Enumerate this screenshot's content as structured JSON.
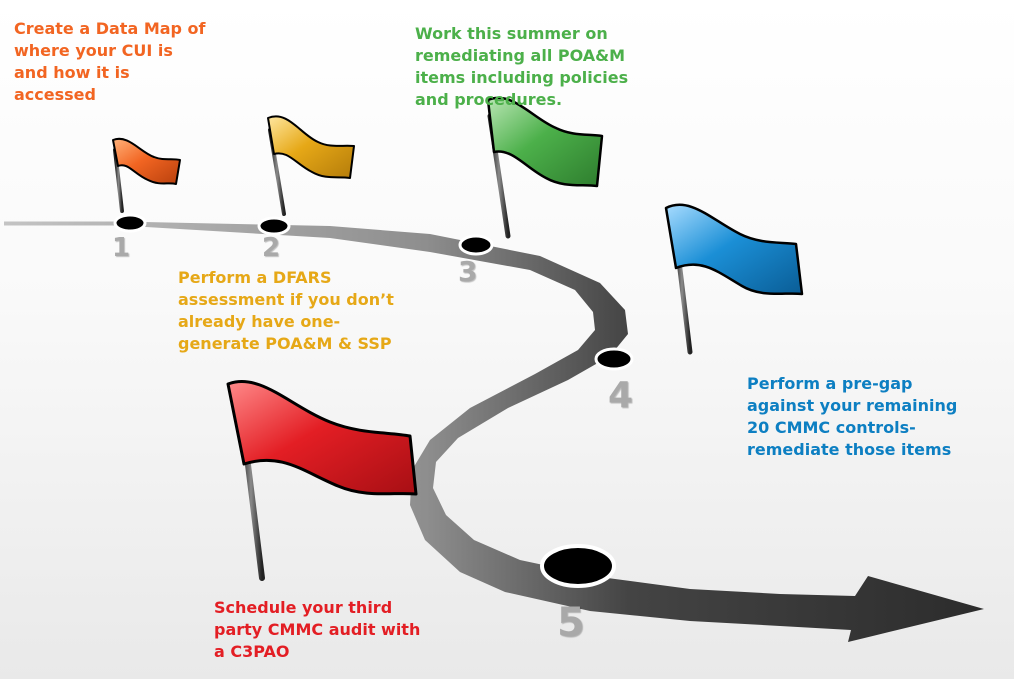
{
  "colors": {
    "orange": "#f26522",
    "gold": "#e6a817",
    "green": "#4cb04a",
    "blue": "#0d7fc2",
    "red": "#e31e24",
    "number_gray": "#a9a9a9",
    "road_gray": "#b5b5b5",
    "road_dark": "#3a3a3a"
  },
  "steps": [
    {
      "number": "1",
      "flag_color": "orange",
      "text": "Create a Data Map of\nwhere your CUI is\nand how it is\naccessed"
    },
    {
      "number": "2",
      "flag_color": "gold",
      "text": "Perform a DFARS\nassessment if you don’t\nalready have one-\ngenerate POA&M & SSP"
    },
    {
      "number": "3",
      "flag_color": "green",
      "text": "Work this summer on\nremediating all POA&M\nitems including policies\nand procedures."
    },
    {
      "number": "4",
      "flag_color": "blue",
      "text": "Perform a pre-gap\nagainst your remaining\n20  CMMC controls-\nremediate those items"
    },
    {
      "number": "5",
      "flag_color": "red",
      "text": "Schedule your third\nparty CMMC audit with\na C3PAO"
    }
  ]
}
